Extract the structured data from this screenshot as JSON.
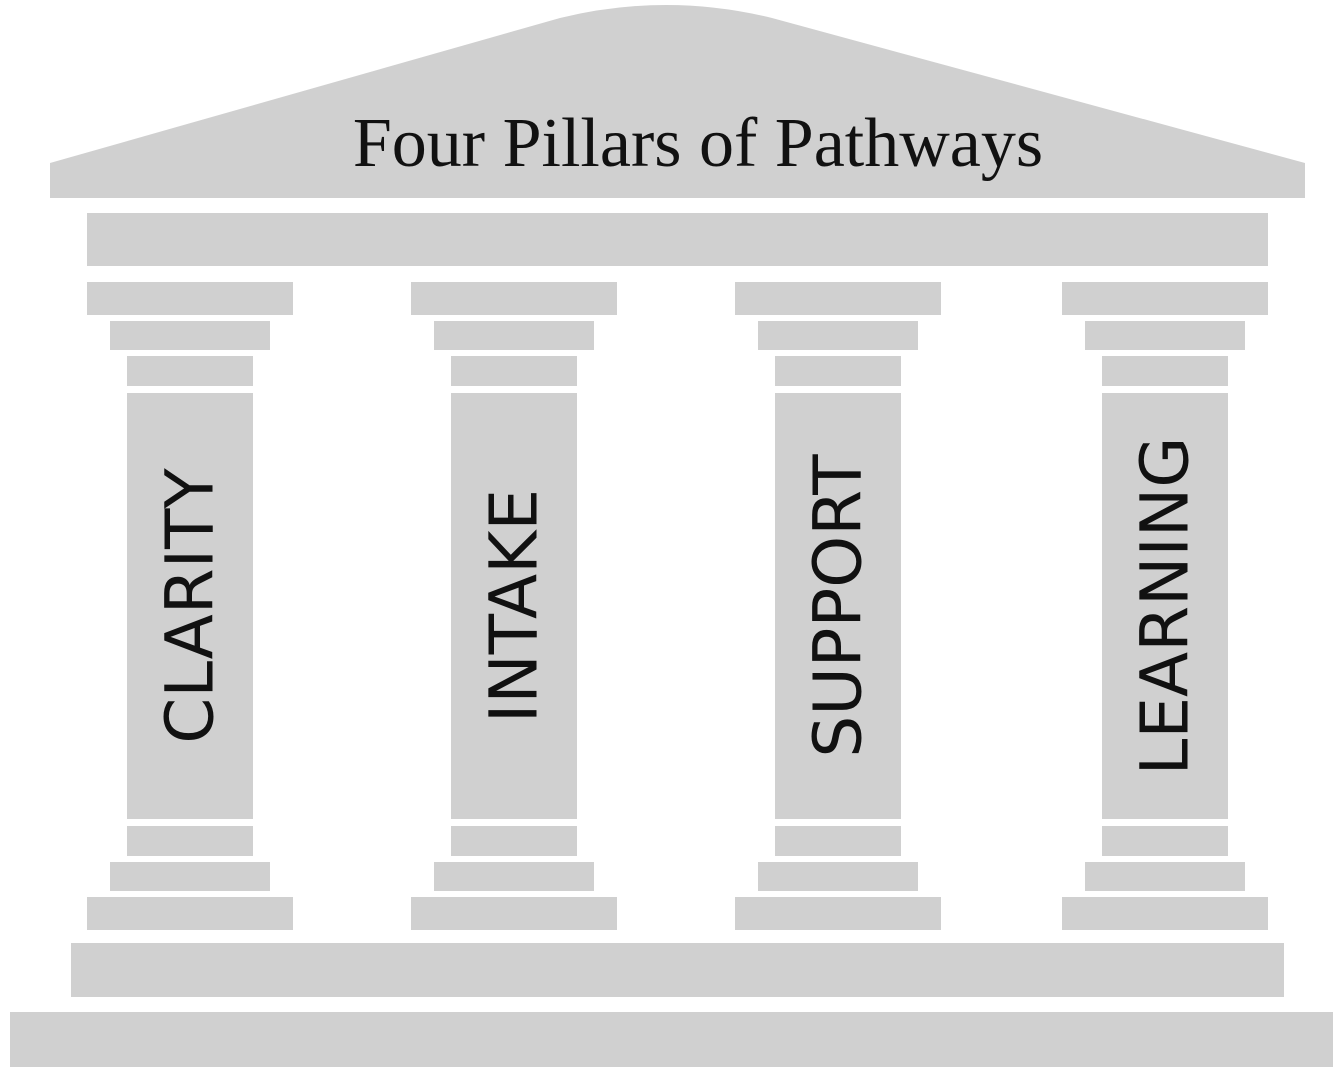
{
  "title": "Four Pillars of Pathways",
  "pillars": [
    {
      "label": "CLARITY"
    },
    {
      "label": "INTAKE"
    },
    {
      "label": "SUPPORT"
    },
    {
      "label": "LEARNING"
    }
  ],
  "colors": {
    "stone": "#d0d0d0",
    "text": "#111111",
    "background": "#ffffff"
  }
}
